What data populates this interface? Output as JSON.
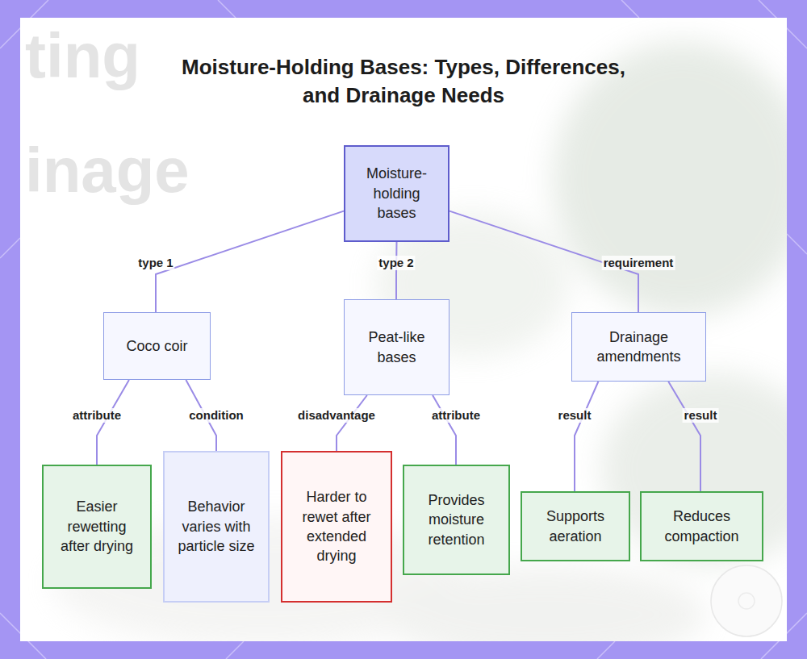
{
  "diagram": {
    "title": "Moisture-Holding Bases: Types, Differences, and Drainage Needs",
    "nodes": [
      {
        "text": [
          "Moisture-holding bases"
        ]
      },
      {
        "text": [
          "Coco coir"
        ]
      },
      {
        "text": [
          "Peat-like bases"
        ]
      },
      {
        "text": [
          "Drainage amendments"
        ]
      },
      {
        "text": [
          "Easier rewetting after drying"
        ]
      },
      {
        "text": [
          "Behavior varies with particle size"
        ]
      },
      {
        "text": [
          "Harder to rewet after extended drying"
        ]
      },
      {
        "text": [
          "Provides moisture retention"
        ]
      },
      {
        "text": [
          "Supports aeration"
        ]
      },
      {
        "text": [
          "Reduces compaction"
        ]
      }
    ],
    "edges": [
      {
        "from": 0,
        "to": 1,
        "label": "type 1",
        "arrow": "none"
      },
      {
        "from": 0,
        "to": 2,
        "label": "type 2",
        "arrow": "none"
      },
      {
        "from": 0,
        "to": 3,
        "label": "requirement",
        "arrow": "none"
      },
      {
        "from": 1,
        "to": 4,
        "label": "attribute",
        "arrow": "none"
      },
      {
        "from": 1,
        "to": 5,
        "label": "condition",
        "arrow": "none"
      },
      {
        "from": 2,
        "to": 6,
        "label": "disadvantage",
        "arrow": "none"
      },
      {
        "from": 2,
        "to": 7,
        "label": "attribute",
        "arrow": "none"
      },
      {
        "from": 3,
        "to": 8,
        "label": "result",
        "arrow": "none"
      },
      {
        "from": 3,
        "to": 9,
        "label": "result",
        "arrow": "none"
      }
    ],
    "labels": [
      "ting",
      "inage"
    ]
  }
}
